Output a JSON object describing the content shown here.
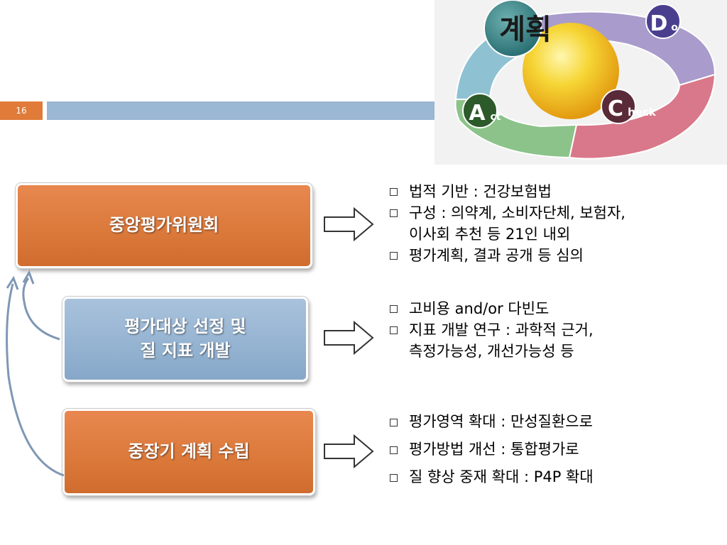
{
  "slide": {
    "number": "16"
  },
  "pdca": {
    "plan_label": "계획",
    "do_label_big": "D",
    "do_label_small": "o",
    "check_label_big": "C",
    "check_label_small": "heck",
    "act_label_big": "A",
    "act_label_small": "ct",
    "colors": {
      "plan": "#7fb3c8",
      "do": "#a79ac8",
      "check": "#d9788a",
      "act": "#8cc38a",
      "center": "#f2c21c"
    }
  },
  "rows": [
    {
      "box_label": "중앙평가위원회",
      "box_color": "orange",
      "bullets": [
        "법적 기반 : 건강보험법",
        "구성 : 의약계, 소비자단체, 보험자,\n이사회 추천 등 21인 내외",
        "평가계획, 결과 공개 등 심의"
      ]
    },
    {
      "box_label": "평가대상 선정 및\n질 지표 개발",
      "box_color": "blue",
      "bullets": [
        "고비용 and/or 다빈도",
        "지표 개발 연구 : 과학적 근거,\n측정가능성, 개선가능성 등"
      ]
    },
    {
      "box_label": "중장기 계획 수립",
      "box_color": "orange",
      "bullets": [
        "평가영역 확대 : 만성질환으로",
        "평가방법 개선 : 통합평가로",
        "질 향상 중재 확대 : P4P 확대"
      ]
    }
  ]
}
